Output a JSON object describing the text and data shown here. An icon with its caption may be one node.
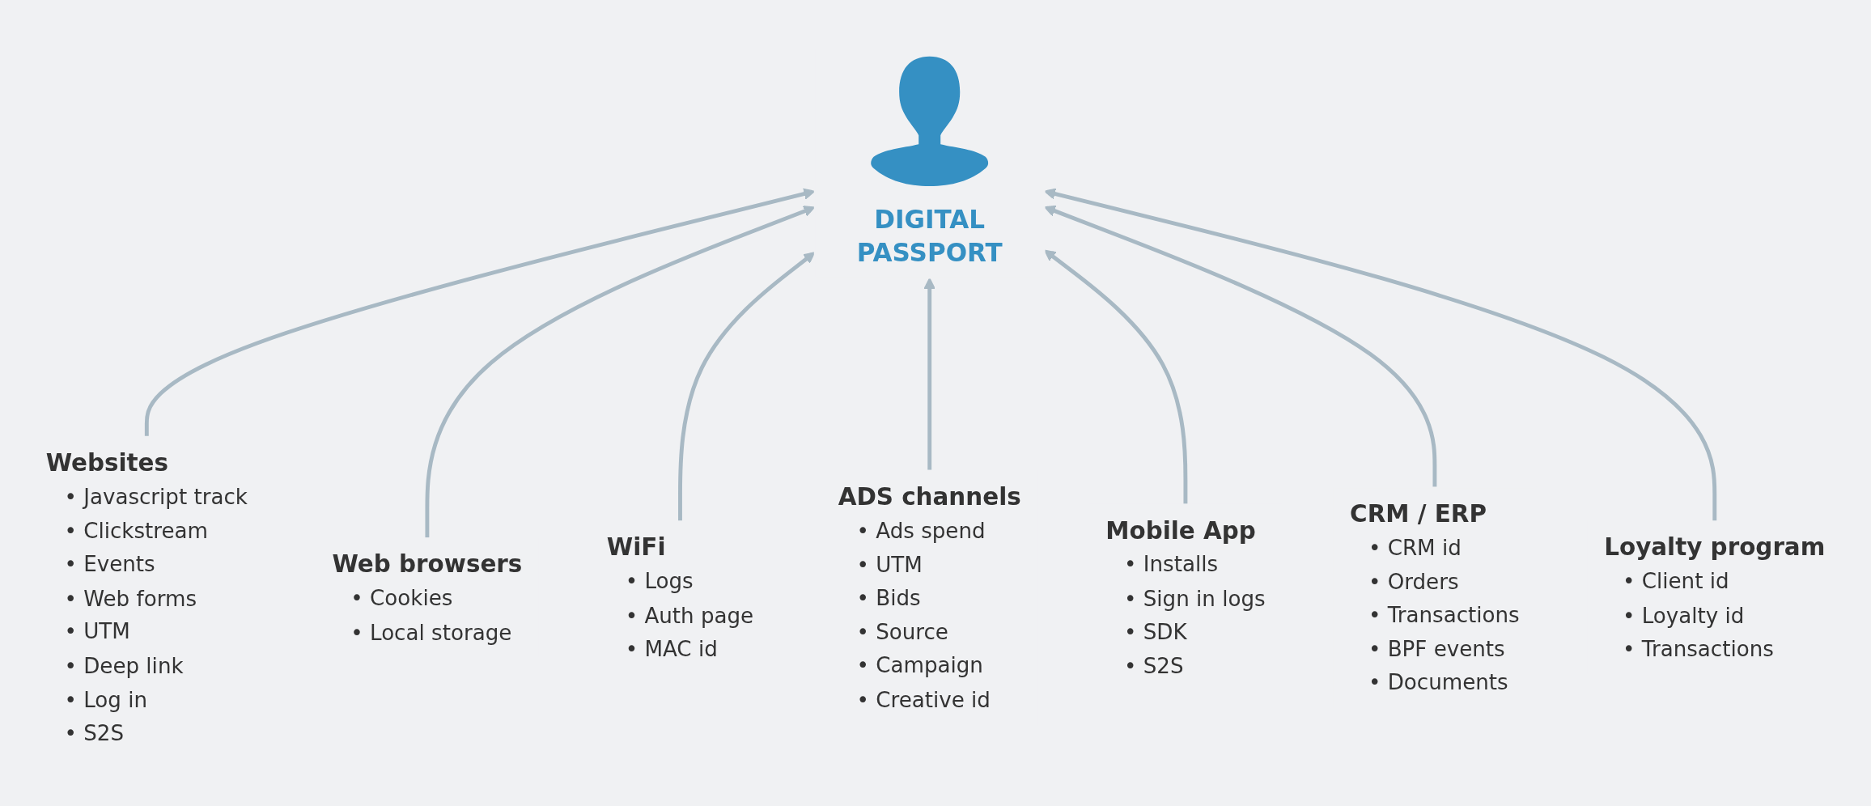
{
  "diagram": {
    "nodes": [
      {
        "text": [
          "DIGITAL PASSPORT"
        ]
      },
      {
        "text": [
          "Websites",
          "• Javascript track",
          "• Clickstream",
          "• Events",
          "• Web forms",
          "• UTM",
          "• Deep link",
          "• Log in",
          "• S2S"
        ]
      },
      {
        "text": [
          "Web browsers",
          "• Cookies",
          "• Local storage"
        ]
      },
      {
        "text": [
          "WiFi",
          "• Logs",
          "• Auth page",
          "• MAC id"
        ]
      },
      {
        "text": [
          "ADS channels",
          "• Ads spend",
          "• UTM",
          "• Bids",
          "• Source",
          "• Campaign",
          "• Creative id"
        ]
      },
      {
        "text": [
          "Mobile App",
          "• Installs",
          "• Sign in logs",
          "• SDK",
          "• S2S"
        ]
      },
      {
        "text": [
          "CRM / ERP",
          "• CRM id",
          "• Orders",
          "• Transactions",
          "• BPF events",
          "• Documents"
        ]
      },
      {
        "text": [
          "Loyalty program",
          "• Client id",
          "• Loyalty id",
          "• Transactions"
        ]
      }
    ],
    "edges": [
      {
        "from": 1,
        "to": 0,
        "arrow": "to"
      },
      {
        "from": 2,
        "to": 0,
        "arrow": "to"
      },
      {
        "from": 3,
        "to": 0,
        "arrow": "to"
      },
      {
        "from": 4,
        "to": 0,
        "arrow": "to"
      },
      {
        "from": 5,
        "to": 0,
        "arrow": "to"
      },
      {
        "from": 6,
        "to": 0,
        "arrow": "to"
      },
      {
        "from": 7,
        "to": 0,
        "arrow": "to"
      }
    ]
  }
}
